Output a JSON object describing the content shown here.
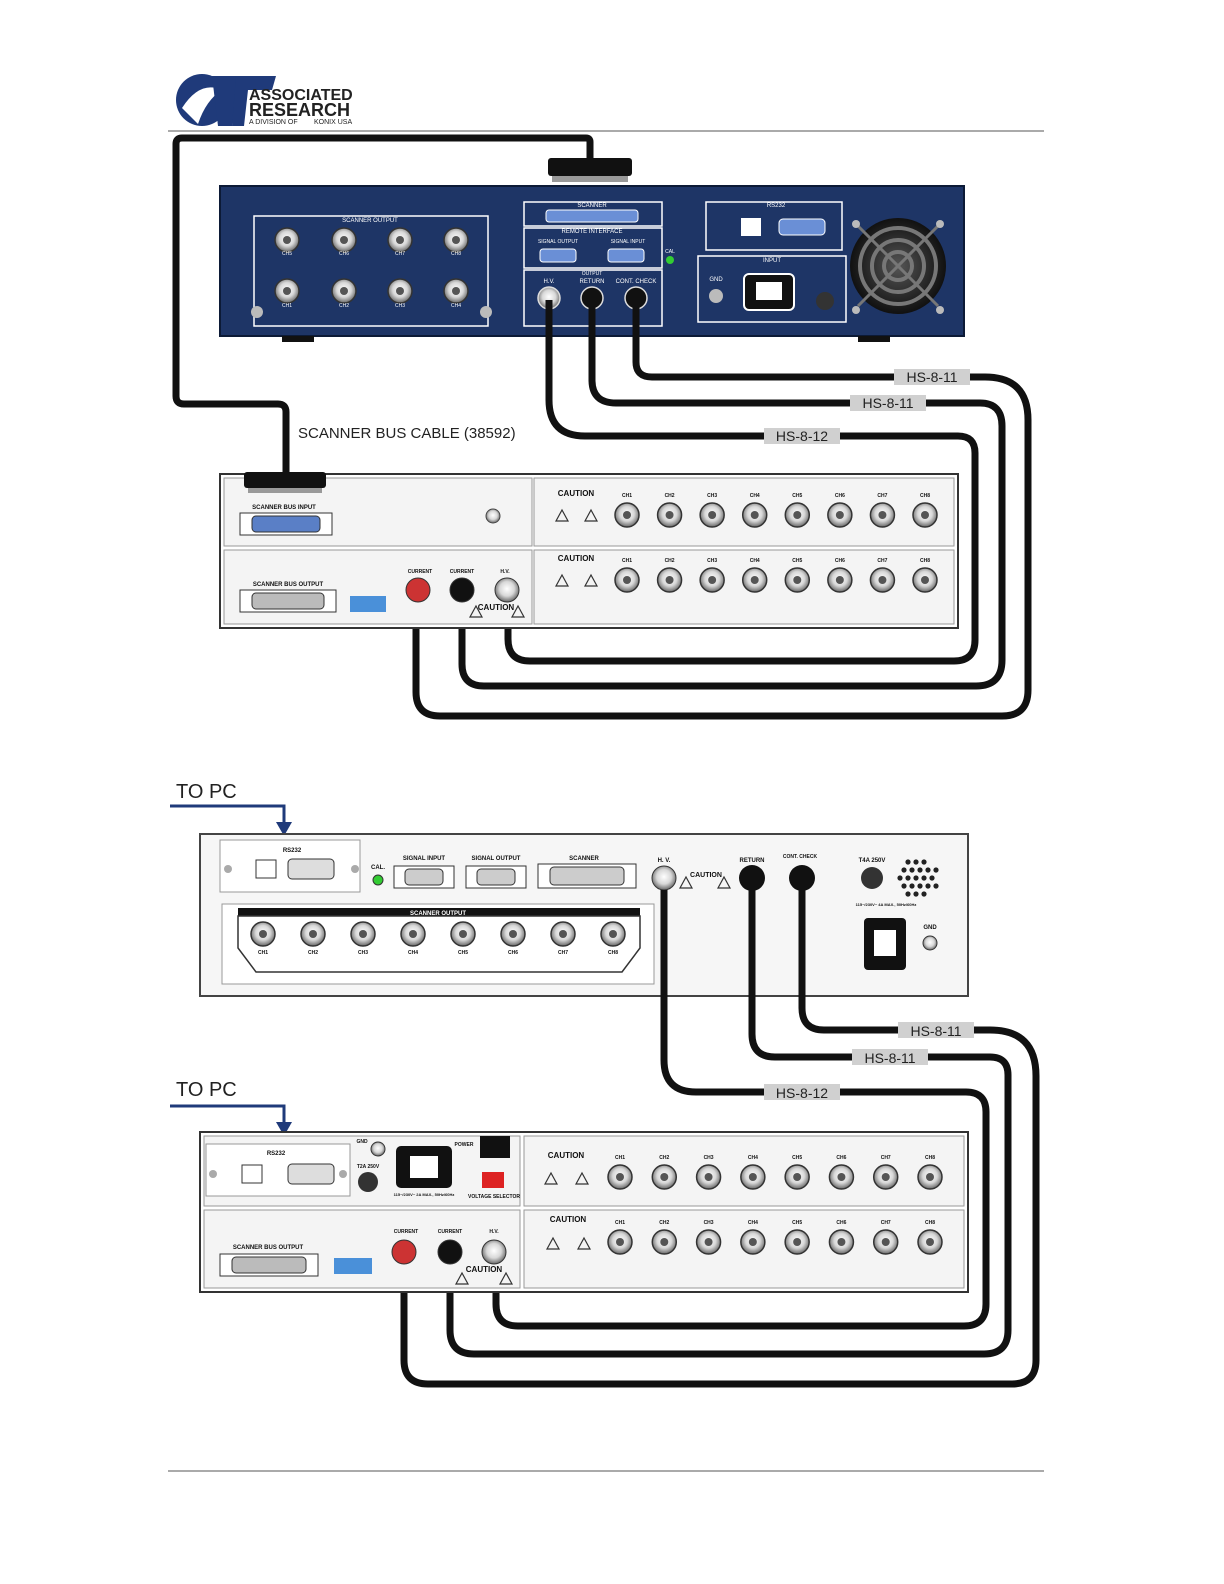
{
  "header": {
    "brand_line1": "ASSOCIATED",
    "brand_line2": "RESEARCH",
    "brand_line3": "A DIVISION OF",
    "brand_line3b": "KONIX USA"
  },
  "top_diagram": {
    "hipot_rear": {
      "scanner_output_label": "SCANNER OUTPUT",
      "scanner_label": "SCANNER",
      "remote_interface_label": "REMOTE INTERFACE",
      "signal_output_label": "SIGNAL OUTPUT",
      "signal_input_label": "SIGNAL INPUT",
      "cal_label": "CAL",
      "output_label": "OUTPUT",
      "hv_label": "H.V.",
      "return_label": "RETURN",
      "cont_check_label": "CONT. CHECK",
      "rs232_label": "RS232",
      "input_label": "INPUT",
      "gnd_label": "GND",
      "channels_top": [
        "CH5",
        "CH6",
        "CH7",
        "CH8"
      ],
      "channels_bottom": [
        "CH1",
        "CH2",
        "CH3",
        "CH4"
      ]
    },
    "scanner_bus_cable_label": "SCANNER BUS CABLE (38592)",
    "cable_labels": [
      "HS-8-11",
      "HS-8-11",
      "HS-8-12"
    ],
    "scanner_unit": {
      "bus_input_label": "SCANNER BUS INPUT",
      "bus_output_label": "SCANNER BUS OUTPUT",
      "current_label": "CURRENT",
      "hv_label": "H.V.",
      "caution_label": "CAUTION",
      "channels": [
        "CH1",
        "CH2",
        "CH3",
        "CH4",
        "CH5",
        "CH6",
        "CH7",
        "CH8"
      ]
    }
  },
  "bottom_diagram": {
    "to_pc_label_1": "TO PC",
    "to_pc_label_2": "TO PC",
    "hipot_rear": {
      "rs232_label": "RS232",
      "cal_label": "CAL.",
      "signal_input_label": "SIGNAL INPUT",
      "signal_output_label": "SIGNAL OUTPUT",
      "scanner_label": "SCANNER",
      "hv_label": "H. V.",
      "caution_label": "CAUTION",
      "return_label": "RETURN",
      "cont_check_label": "CONT. CHECK",
      "fuse_label": "T4A 250V",
      "power_rating_label": "115~/230V~ 4A MAX., 50Hz/60Hz",
      "gnd_label": "GND",
      "scanner_output_label": "SCANNER OUTPUT",
      "channels": [
        "CH1",
        "CH2",
        "CH3",
        "CH4",
        "CH5",
        "CH6",
        "CH7",
        "CH8"
      ]
    },
    "cable_labels": [
      "HS-8-11",
      "HS-8-11",
      "HS-8-12"
    ],
    "scanner_unit": {
      "rs232_label": "RS232",
      "gnd_label": "GND",
      "fuse_label": "T2A 250V",
      "power_label": "POWER",
      "power_rating_label": "115~/230V~ 2A MAX., 50Hz/60Hz",
      "voltage_selector_label": "VOLTAGE SELECTOR",
      "bus_output_label": "SCANNER BUS OUTPUT",
      "current_label": "CURRENT",
      "hv_label": "H.V.",
      "caution_label": "CAUTION",
      "channels": [
        "CH1",
        "CH2",
        "CH3",
        "CH4",
        "CH5",
        "CH6",
        "CH7",
        "CH8"
      ]
    }
  }
}
